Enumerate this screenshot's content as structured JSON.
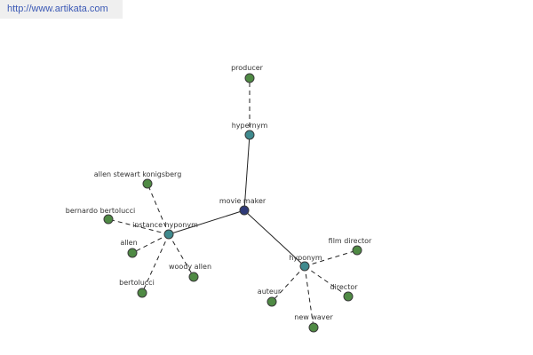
{
  "header": {
    "url_text": "http://www.artikata.com"
  },
  "colors": {
    "center_node": "#2f3a78",
    "relation_node": "#3f8a8e",
    "leaf_node": "#4f8a44"
  },
  "graph": {
    "nodes": [
      {
        "id": "movie-maker",
        "label": "movie maker",
        "kind": "center"
      },
      {
        "id": "hypernym",
        "label": "hypernym",
        "kind": "relation"
      },
      {
        "id": "producer",
        "label": "producer",
        "kind": "leaf"
      },
      {
        "id": "hyponym",
        "label": "hyponym",
        "kind": "relation"
      },
      {
        "id": "film-director",
        "label": "film director",
        "kind": "leaf"
      },
      {
        "id": "director",
        "label": "director",
        "kind": "leaf"
      },
      {
        "id": "new-waver",
        "label": "new waver",
        "kind": "leaf"
      },
      {
        "id": "auteur",
        "label": "auteur",
        "kind": "leaf"
      },
      {
        "id": "instance-hyponym",
        "label": "instance hyponym",
        "kind": "relation"
      },
      {
        "id": "allen-stewart-konigsberg",
        "label": "allen stewart konigsberg",
        "kind": "leaf"
      },
      {
        "id": "bernardo-bertolucci",
        "label": "bernardo bertolucci",
        "kind": "leaf"
      },
      {
        "id": "allen",
        "label": "allen",
        "kind": "leaf"
      },
      {
        "id": "bertolucci",
        "label": "bertolucci",
        "kind": "leaf"
      },
      {
        "id": "woody-allen",
        "label": "woody allen",
        "kind": "leaf"
      }
    ],
    "edges": [
      {
        "from": "movie-maker",
        "to": "hypernym",
        "style": "solid"
      },
      {
        "from": "movie-maker",
        "to": "hyponym",
        "style": "solid"
      },
      {
        "from": "movie-maker",
        "to": "instance-hyponym",
        "style": "solid"
      },
      {
        "from": "hypernym",
        "to": "producer",
        "style": "dashed"
      },
      {
        "from": "hyponym",
        "to": "film-director",
        "style": "dashed"
      },
      {
        "from": "hyponym",
        "to": "director",
        "style": "dashed"
      },
      {
        "from": "hyponym",
        "to": "new-waver",
        "style": "dashed"
      },
      {
        "from": "hyponym",
        "to": "auteur",
        "style": "dashed"
      },
      {
        "from": "instance-hyponym",
        "to": "allen-stewart-konigsberg",
        "style": "dashed"
      },
      {
        "from": "instance-hyponym",
        "to": "bernardo-bertolucci",
        "style": "dashed"
      },
      {
        "from": "instance-hyponym",
        "to": "allen",
        "style": "dashed"
      },
      {
        "from": "instance-hyponym",
        "to": "bertolucci",
        "style": "dashed"
      },
      {
        "from": "instance-hyponym",
        "to": "woody-allen",
        "style": "dashed"
      }
    ]
  }
}
